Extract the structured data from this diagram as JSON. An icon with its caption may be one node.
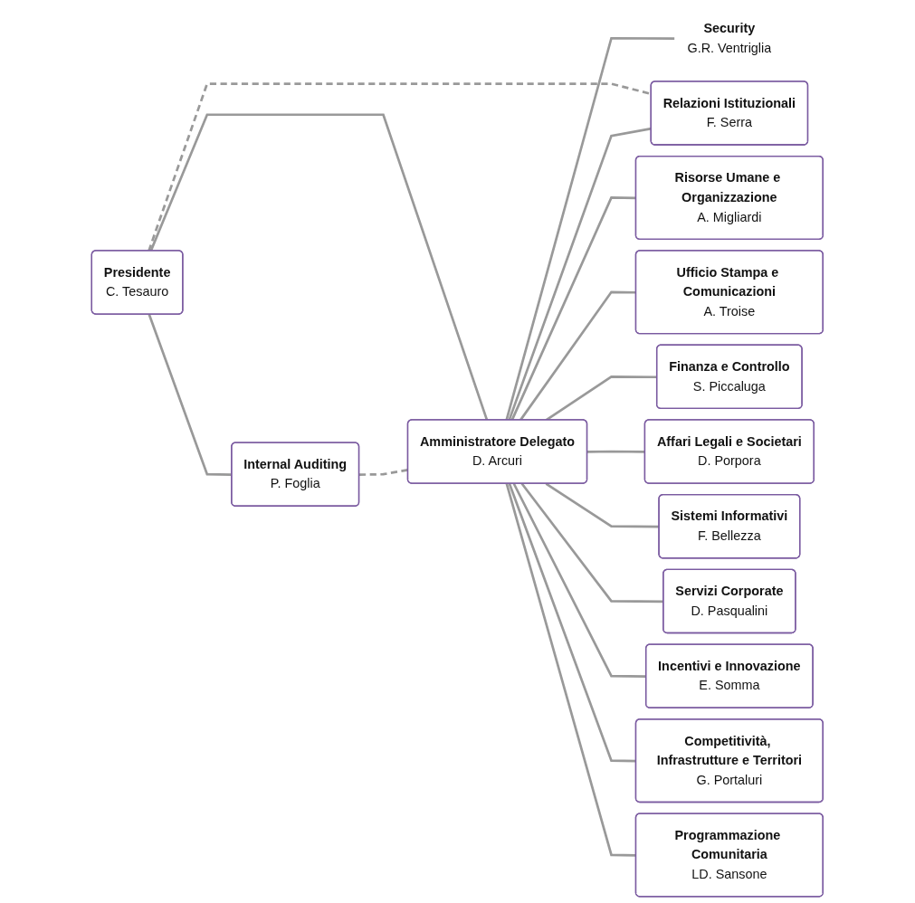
{
  "diagram": {
    "nodes": [
      {
        "text": [
          "Presidente",
          "C. Tesauro"
        ]
      },
      {
        "text": [
          "Internal Auditing",
          "P. Foglia"
        ]
      },
      {
        "text": [
          "Amministratore Delegato",
          "D. Arcuri"
        ]
      },
      {
        "text": [
          "Security",
          "G.R. Ventriglia"
        ]
      },
      {
        "text": [
          "Relazioni Istituzionali",
          "F. Serra"
        ]
      },
      {
        "text": [
          "Risorse Umane e Organizzazione",
          "A. Migliardi"
        ]
      },
      {
        "text": [
          "Ufficio Stampa e Comunicazioni",
          "A. Troise"
        ]
      },
      {
        "text": [
          "Finanza e Controllo",
          "S. Piccaluga"
        ]
      },
      {
        "text": [
          "Affari Legali e Societari",
          "D. Porpora"
        ]
      },
      {
        "text": [
          "Sistemi Informativi",
          "F. Bellezza"
        ]
      },
      {
        "text": [
          "Servizi Corporate",
          "D. Pasqualini"
        ]
      },
      {
        "text": [
          "Incentivi e Innovazione",
          "E. Somma"
        ]
      },
      {
        "text": [
          "Competitività, Infrastrutture e Territori",
          "G. Portaluri"
        ]
      },
      {
        "text": [
          "Programmazione Comunitaria",
          "LD. Sansone"
        ]
      }
    ],
    "edges": [
      {
        "from": 0,
        "to": 1,
        "arrow": "none"
      },
      {
        "from": 0,
        "to": 2,
        "arrow": "none"
      },
      {
        "from": 0,
        "to": 4,
        "arrow": "none",
        "style": "dashed"
      },
      {
        "from": 1,
        "to": 2,
        "arrow": "none",
        "style": "dashed"
      },
      {
        "from": 2,
        "to": 3,
        "arrow": "none"
      },
      {
        "from": 2,
        "to": 4,
        "arrow": "none"
      },
      {
        "from": 2,
        "to": 5,
        "arrow": "none"
      },
      {
        "from": 2,
        "to": 6,
        "arrow": "none"
      },
      {
        "from": 2,
        "to": 7,
        "arrow": "none"
      },
      {
        "from": 2,
        "to": 8,
        "arrow": "none"
      },
      {
        "from": 2,
        "to": 9,
        "arrow": "none"
      },
      {
        "from": 2,
        "to": 10,
        "arrow": "none"
      },
      {
        "from": 2,
        "to": 11,
        "arrow": "none"
      },
      {
        "from": 2,
        "to": 12,
        "arrow": "none"
      },
      {
        "from": 2,
        "to": 13,
        "arrow": "none"
      }
    ]
  }
}
